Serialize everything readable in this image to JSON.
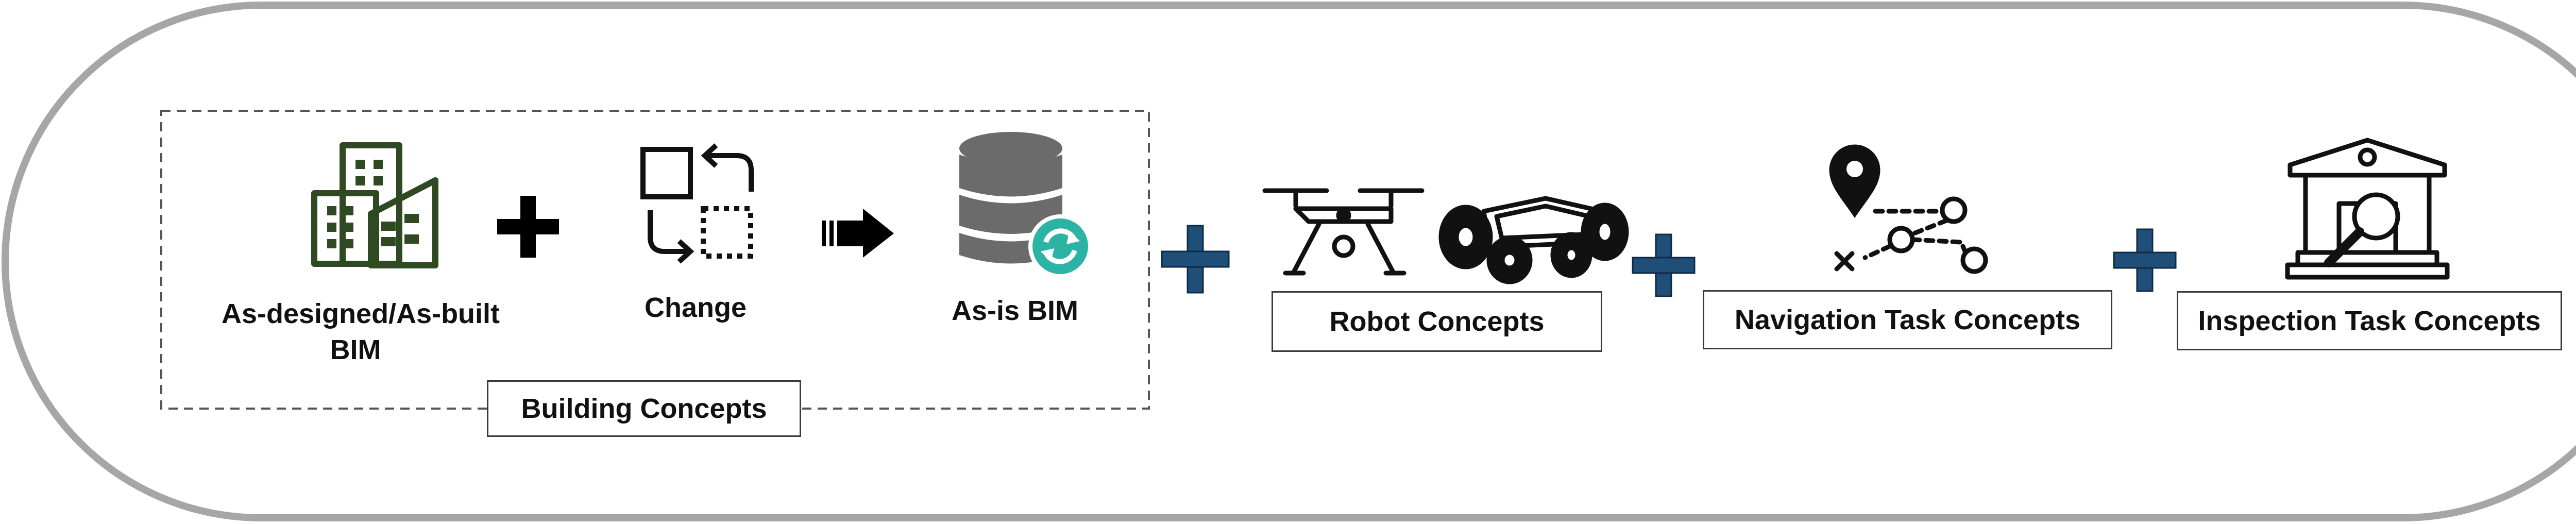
{
  "building_group": {
    "label": "Building Concepts",
    "items": [
      {
        "label_line1": "As-designed/As-built",
        "label_line2": "BIM",
        "icon": "buildings-icon"
      },
      {
        "label": "Change",
        "icon": "change-icon"
      },
      {
        "label": "As-is BIM",
        "icon": "database-sync-icon"
      }
    ],
    "operator_plus_icon": "black-plus-icon",
    "operator_arrow_icon": "black-arrow-icon"
  },
  "robot": {
    "label": "Robot Concepts",
    "icons": [
      "drone-icon",
      "ground-robot-icon"
    ]
  },
  "navigation": {
    "label": "Navigation Task Concepts",
    "icon": "route-map-icon"
  },
  "inspection": {
    "label": "Inspection Task Concepts",
    "icon": "building-inspection-icon"
  },
  "plus_icon": "blue-plus-icon",
  "colors": {
    "outline": "#a6a6a6",
    "building_icon": "#2f4a22",
    "database": "#6b6b6b",
    "sync_badge": "#2bb3a3",
    "plus": "#1f4e79",
    "ink": "#111111"
  }
}
